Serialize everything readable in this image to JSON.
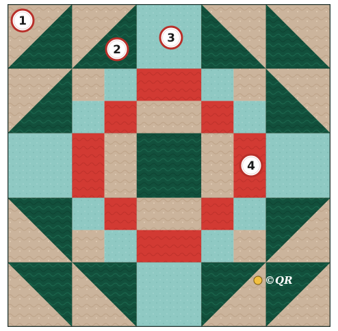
{
  "colors": {
    "green": "#12503c",
    "tan": "#cbb49c",
    "aqua": "#8fc9c3",
    "red": "#d23a33",
    "border": "#1b2f2a"
  },
  "badges": [
    {
      "id": 1,
      "label": "1"
    },
    {
      "id": 2,
      "label": "2"
    },
    {
      "id": 3,
      "label": "3"
    },
    {
      "id": 4,
      "label": "4"
    }
  ],
  "watermark": {
    "text": "©QR"
  }
}
